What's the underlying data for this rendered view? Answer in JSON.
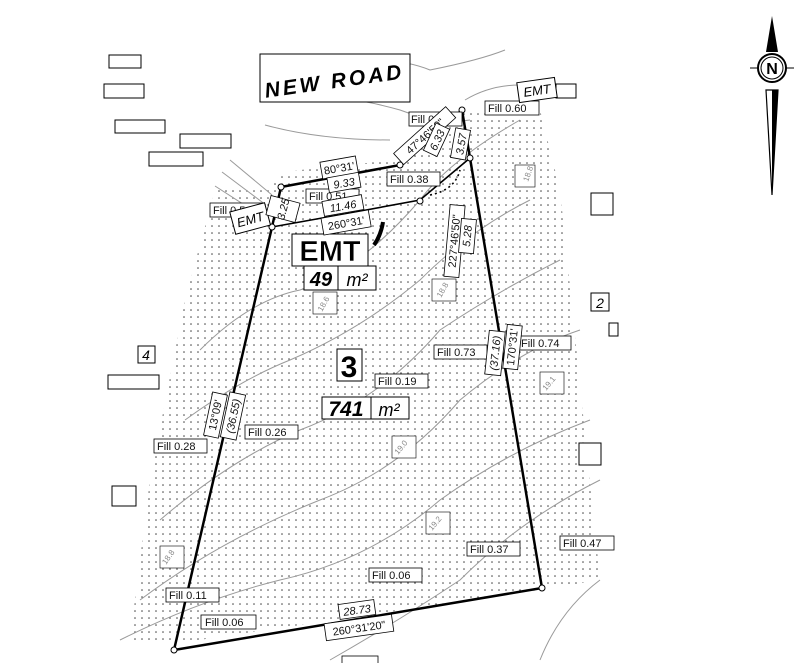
{
  "road": {
    "label": "NEW ROAD"
  },
  "north": {
    "label": "N"
  },
  "easement": {
    "code": "EMT",
    "area_value": "49",
    "area_unit": "m²",
    "tag_left": "EMT",
    "tag_right": "EMT"
  },
  "lot": {
    "number": "3",
    "area_value": "741",
    "area_unit": "m²"
  },
  "neighbor_lots": [
    "4",
    "2"
  ],
  "fill_labels": [
    "Fill 0.72",
    "Fill 0.60",
    "Fill 0.38",
    "Fill 0.51",
    "Fill 0.54",
    "Fill 0.73",
    "Fill 0.74",
    "Fill 0.19",
    "Fill 0.26",
    "Fill 0.28",
    "Fill 0.37",
    "Fill 0.47",
    "Fill 0.06",
    "Fill 0.11",
    "Fill 0.06"
  ],
  "dimensions": {
    "d_80_31": "80°31'",
    "d_9_33": "9.33",
    "d_3_25": "3.25",
    "d_11_46": "11.46",
    "d_260_31": "260°31'",
    "d_47_46_50": "47°46'50\"",
    "d_6_33": "6.33",
    "d_3_57": "3.57",
    "d_227_46_50": "227°46'50\"",
    "d_5_28": "5.28",
    "d_37_16": "(37.16)",
    "d_170_31": "170°31'",
    "d_13_09": "13°09'",
    "d_36_55": "(36.55)",
    "d_28_73": "28.73",
    "d_260_31_20": "260°31'20\""
  },
  "contours": [
    "18.8",
    "18.6",
    "18.8",
    "19.0",
    "19.1",
    "19.2",
    "18.8"
  ]
}
